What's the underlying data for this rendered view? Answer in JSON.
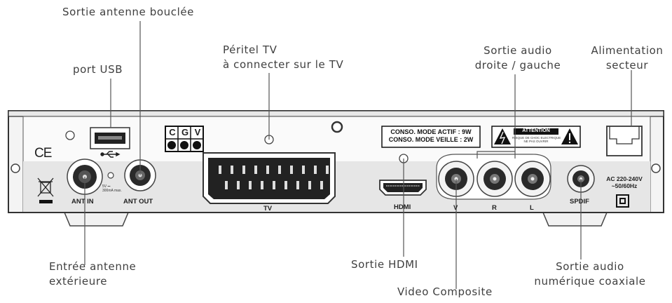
{
  "callouts": {
    "sortie_antenne": "Sortie antenne bouclée",
    "port_usb": "port USB",
    "peritel_line1": "Péritel TV",
    "peritel_line2": "à connecter sur le TV",
    "sortie_audio_line1": "Sortie audio",
    "sortie_audio_line2": "droite / gauche",
    "alimentation_line1": "Alimentation",
    "alimentation_line2": "secteur",
    "entree_antenne_line1": "Entrée antenne",
    "entree_antenne_line2": "extérieure",
    "sortie_hdmi": "Sortie HDMI",
    "video_composite": "Video Composite",
    "sortie_numerique_line1": "Sortie audio",
    "sortie_numerique_line2": "numérique coaxiale"
  },
  "panel": {
    "ant_in": "ANT IN",
    "ant_out": "ANT OUT",
    "tv": "TV",
    "hdmi": "HDMI",
    "v": "V",
    "r": "R",
    "l": "L",
    "spdif": "SPDIF",
    "ac_line1": "AC 220-240V",
    "ac_line2": "~50/60Hz",
    "ce_mark": "CE",
    "usb_spec_line1": "5V ⎓",
    "usb_spec_line2": "300mA max.",
    "cgv_letters": [
      "C",
      "G",
      "V"
    ],
    "conso_line1": "CONSO. MODE ACTIF : 9W",
    "conso_line2": "CONSO. MODE VEILLE : 2W",
    "attention_title": "ATTENTION",
    "attention_line1": "RISQUE DE CHOC ELECTRIQUE",
    "attention_line2": "NE PAS OUVRIR"
  },
  "icons": [
    "usb-icon",
    "weee-bin-icon",
    "lightning-warning-icon",
    "exclamation-warning-icon",
    "double-insulation-icon"
  ]
}
